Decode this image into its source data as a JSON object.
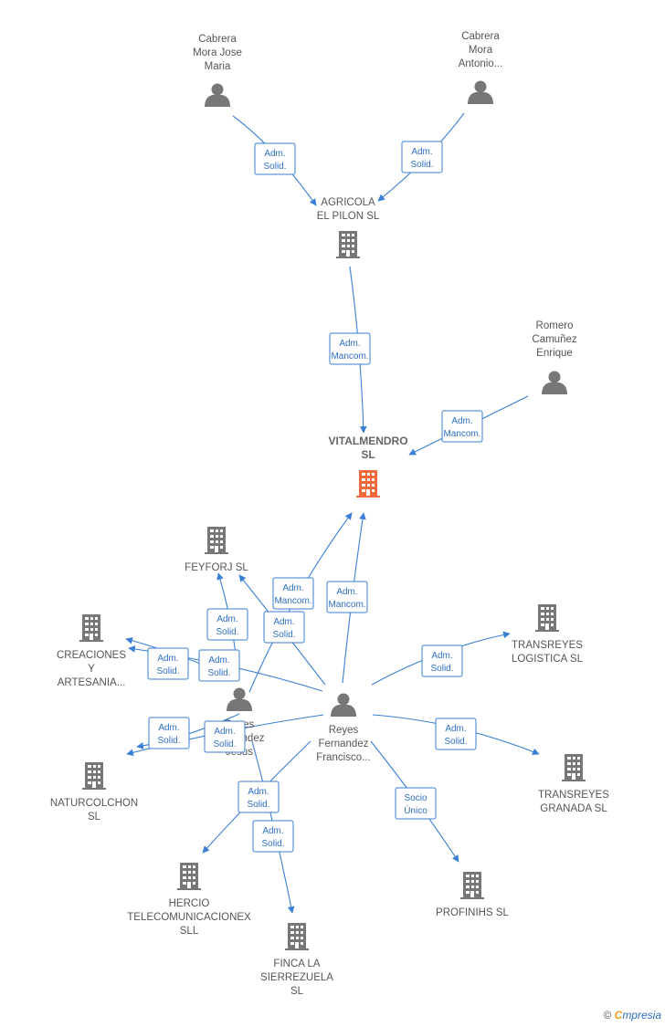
{
  "colors": {
    "edge": "#3a7fd5",
    "node": "#777777",
    "highlight": "#f26a3b"
  },
  "nodes": [
    {
      "id": "cabrera-jose",
      "type": "person",
      "lines": [
        "Cabrera",
        "Mora Jose",
        "Maria"
      ]
    },
    {
      "id": "cabrera-antonio",
      "type": "person",
      "lines": [
        "Cabrera",
        "Mora",
        "Antonio..."
      ]
    },
    {
      "id": "agricola",
      "type": "company",
      "lines": [
        "AGRICOLA",
        "EL PILON SL"
      ]
    },
    {
      "id": "romero",
      "type": "person",
      "lines": [
        "Romero",
        "Camuñez",
        "Enrique"
      ]
    },
    {
      "id": "vitalmendro",
      "type": "company",
      "main": true,
      "lines": [
        "VITALMENDRO",
        "SL"
      ]
    },
    {
      "id": "feyforj",
      "type": "company",
      "lines": [
        "FEYFORJ SL"
      ]
    },
    {
      "id": "creaciones",
      "type": "company",
      "lines": [
        "CREACIONES",
        "Y",
        "ARTESANIA..."
      ]
    },
    {
      "id": "transreyes-log",
      "type": "company",
      "lines": [
        "TRANSREYES",
        "LOGISTICA SL"
      ]
    },
    {
      "id": "reyes-jesus",
      "type": "person",
      "lines": [
        "Reyes",
        "Fernandez",
        "Jesus"
      ]
    },
    {
      "id": "reyes-francisco",
      "type": "person",
      "lines": [
        "Reyes",
        "Fernandez",
        "Francisco..."
      ]
    },
    {
      "id": "naturcolchon",
      "type": "company",
      "lines": [
        "NATURCOLCHON",
        "SL"
      ]
    },
    {
      "id": "transreyes-gra",
      "type": "company",
      "lines": [
        "TRANSREYES",
        "GRANADA  SL"
      ]
    },
    {
      "id": "hercio",
      "type": "company",
      "lines": [
        "HERCIO",
        "TELECOMUNICACIONEX",
        "SLL"
      ]
    },
    {
      "id": "profinihs",
      "type": "company",
      "lines": [
        "PROFINIHS SL"
      ]
    },
    {
      "id": "finca",
      "type": "company",
      "lines": [
        "FINCA LA",
        "SIERREZUELA",
        "SL"
      ]
    }
  ],
  "edges": [
    {
      "from": "cabrera-jose",
      "to": "agricola",
      "label": [
        "Adm.",
        "Solid."
      ]
    },
    {
      "from": "cabrera-antonio",
      "to": "agricola",
      "label": [
        "Adm.",
        "Solid."
      ]
    },
    {
      "from": "agricola",
      "to": "vitalmendro",
      "label": [
        "Adm.",
        "Mancom."
      ]
    },
    {
      "from": "romero",
      "to": "vitalmendro",
      "label": [
        "Adm.",
        "Mancom."
      ]
    },
    {
      "from": "reyes-jesus",
      "to": "vitalmendro",
      "label": [
        "Adm.",
        "Mancom."
      ]
    },
    {
      "from": "reyes-francisco",
      "to": "vitalmendro",
      "label": [
        "Adm.",
        "Mancom."
      ]
    },
    {
      "from": "reyes-jesus",
      "to": "feyforj",
      "label": [
        "Adm.",
        "Solid."
      ]
    },
    {
      "from": "reyes-francisco",
      "to": "feyforj",
      "label": [
        "Adm.",
        "Solid."
      ]
    },
    {
      "from": "reyes-jesus",
      "to": "creaciones",
      "label": [
        "Adm.",
        "Solid."
      ]
    },
    {
      "from": "reyes-francisco",
      "to": "creaciones",
      "label": [
        "Adm.",
        "Solid."
      ]
    },
    {
      "from": "reyes-francisco",
      "to": "transreyes-log",
      "label": [
        "Adm.",
        "Solid."
      ]
    },
    {
      "from": "reyes-francisco",
      "to": "naturcolchon",
      "label": [
        "Adm.",
        "Solid."
      ]
    },
    {
      "from": "reyes-jesus",
      "to": "naturcolchon",
      "label": [
        "Adm.",
        "Solid."
      ]
    },
    {
      "from": "reyes-francisco",
      "to": "transreyes-gra",
      "label": [
        "Adm.",
        "Solid."
      ]
    },
    {
      "from": "reyes-francisco",
      "to": "hercio",
      "label": [
        "Adm.",
        "Solid."
      ]
    },
    {
      "from": "reyes-jesus",
      "to": "finca",
      "label": [
        "Adm.",
        "Solid."
      ]
    },
    {
      "from": "reyes-francisco",
      "to": "profinihs",
      "label": [
        "Socio",
        "Único"
      ]
    }
  ],
  "footer": {
    "copyright": "©",
    "brand_e": "C",
    "brand_rest": "mpresia"
  }
}
